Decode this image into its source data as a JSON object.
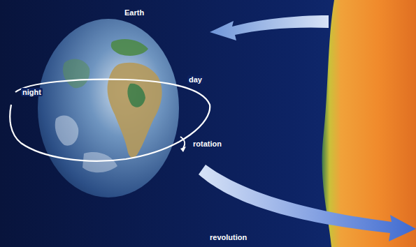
{
  "diagram": {
    "labels": [
      "Earth",
      "day",
      "night",
      "rotation",
      "revolution"
    ]
  }
}
